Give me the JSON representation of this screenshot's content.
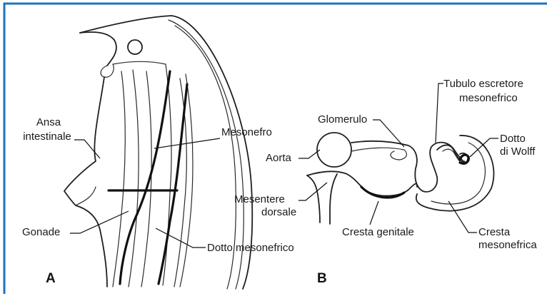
{
  "frame": {
    "accent_color": "#1e73be"
  },
  "panel_a": {
    "letter": "A",
    "labels": {
      "ansa_line1": "Ansa",
      "ansa_line2": "intestinale",
      "mesonefro": "Mesonefro",
      "gonade": "Gonade",
      "dotto_mesonefrico": "Dotto mesonefrico"
    }
  },
  "panel_b": {
    "letter": "B",
    "labels": {
      "glomerulo": "Glomerulo",
      "tubulo_line1": "Tubulo escretore",
      "tubulo_line2": "mesonefrico",
      "dotto_line1": "Dotto",
      "dotto_line2": "di Wolff",
      "aorta": "Aorta",
      "mesentere_line1": "Mesentere",
      "mesentere_line2": "dorsale",
      "cresta_genitale": "Cresta genitale",
      "cresta_meso_line1": "Cresta",
      "cresta_meso_line2": "mesonefrica"
    }
  }
}
